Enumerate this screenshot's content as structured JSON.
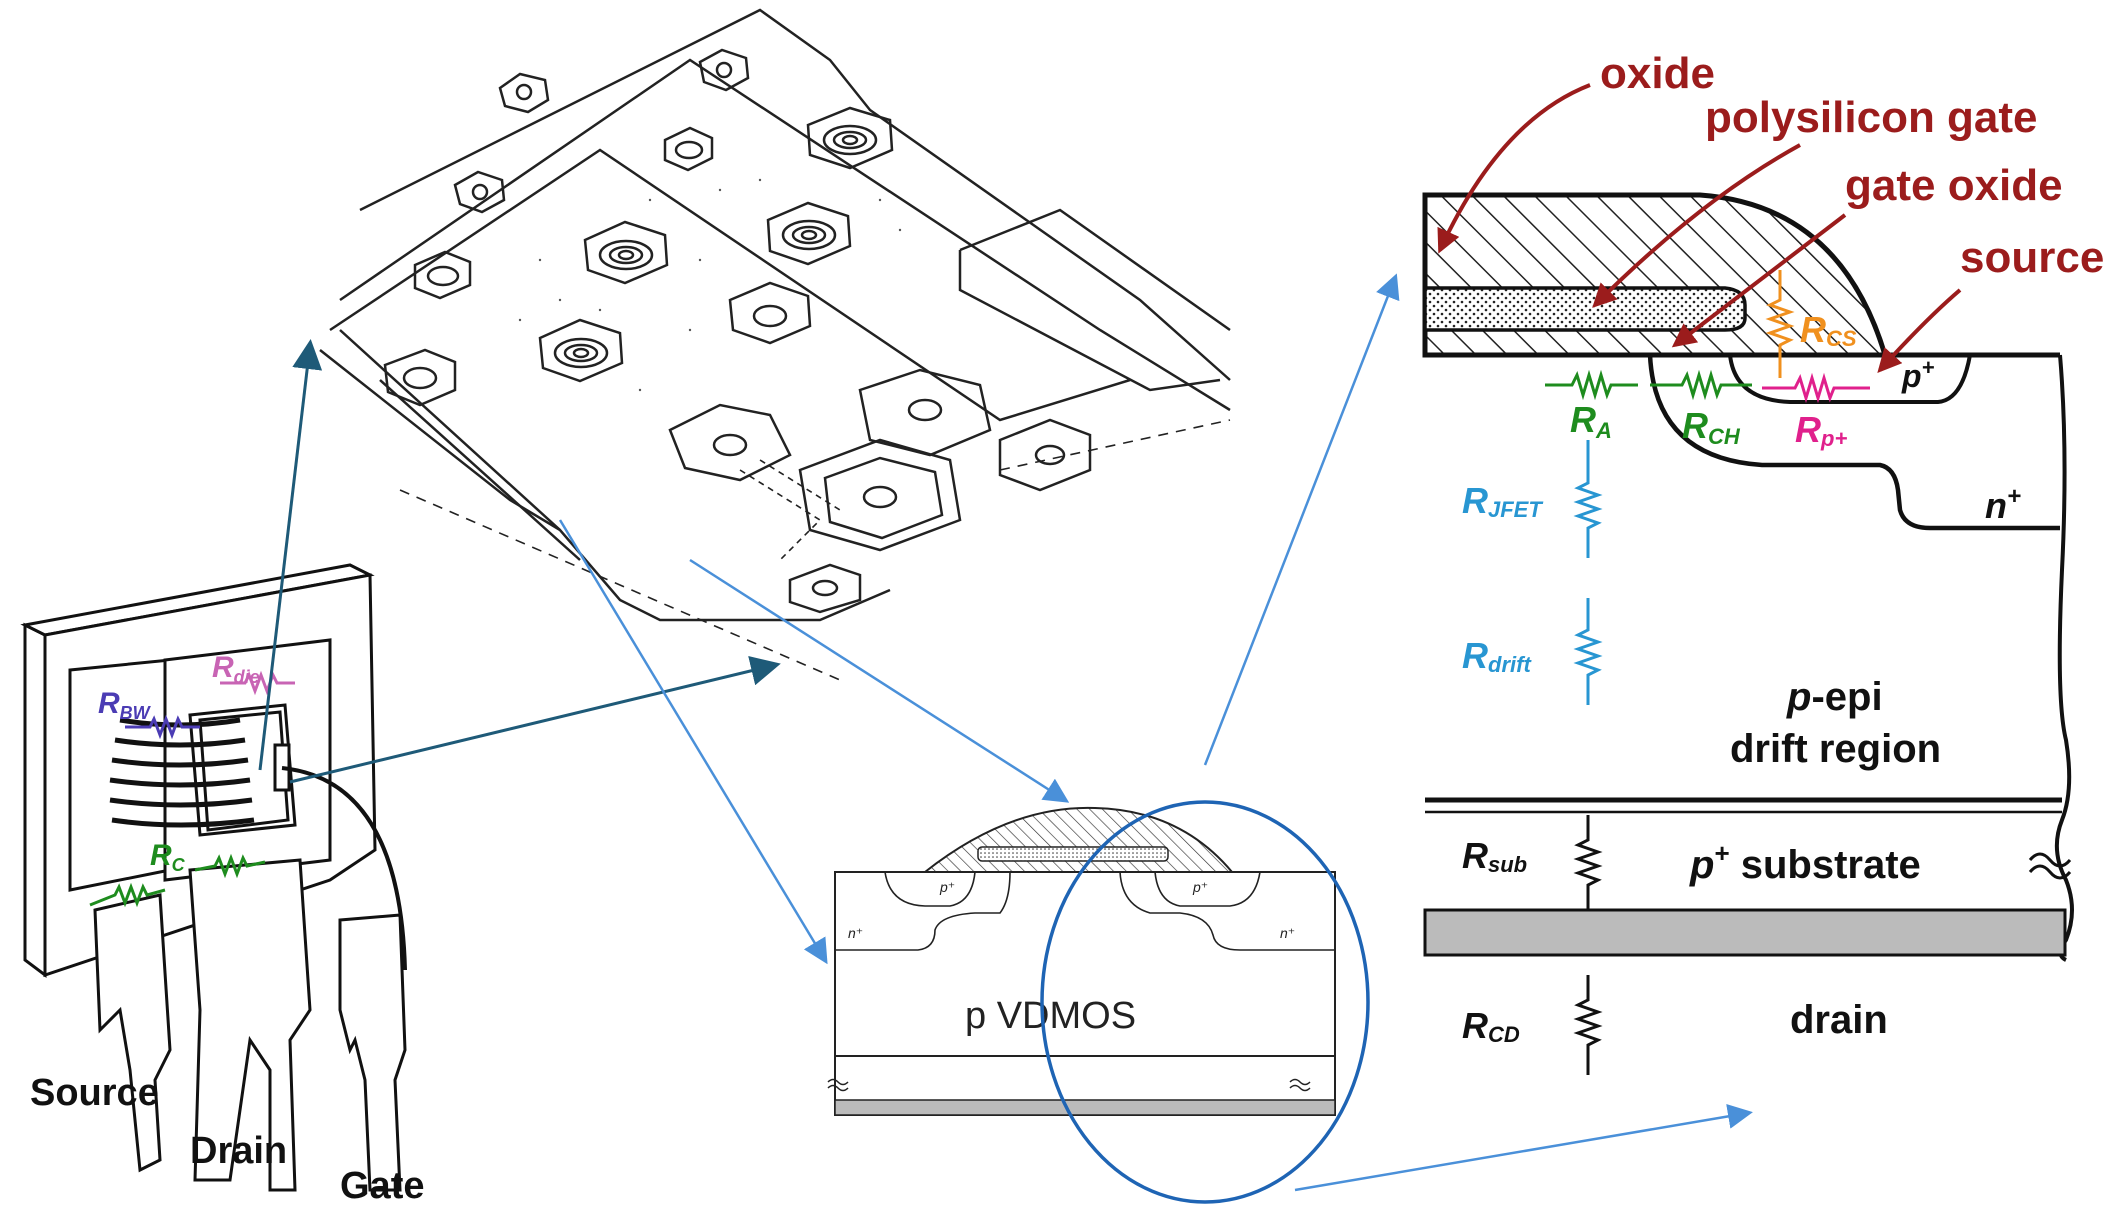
{
  "package": {
    "pins": {
      "source": "Source",
      "drain": "Drain",
      "gate": "Gate"
    },
    "r_bw": {
      "main": "R",
      "sub": "BW"
    },
    "r_die": {
      "main": "R",
      "sub": "die"
    },
    "r_c": {
      "main": "R",
      "sub": "C"
    }
  },
  "small_section": {
    "title": "p VDMOS",
    "p_plus_left": "p⁺",
    "p_plus_right": "p⁺",
    "n_plus_left": "n⁺",
    "n_plus_right": "n⁺"
  },
  "detail": {
    "labels": {
      "oxide": "oxide",
      "polysilicon_gate": "polysilicon gate",
      "gate_oxide": "gate oxide",
      "source": "source"
    },
    "regions": {
      "p_plus": {
        "base": "p",
        "sup": "+"
      },
      "n_plus": {
        "base": "n",
        "sup": "+"
      },
      "p_epi_line1_italic": "p",
      "p_epi_line1_rest": "-epi",
      "p_epi_line2": "drift region",
      "substrate_base": "p",
      "substrate_sup": "+",
      "substrate_rest": " substrate",
      "drain": "drain"
    },
    "resistors": {
      "r_a": {
        "main": "R",
        "sub": "A"
      },
      "r_ch": {
        "main": "R",
        "sub": "CH"
      },
      "r_p": {
        "main": "R",
        "sub": "p+"
      },
      "r_cs": {
        "main": "R",
        "sub": "CS"
      },
      "r_jfet": {
        "main": "R",
        "sub": "JFET"
      },
      "r_drift": {
        "main": "R",
        "sub": "drift"
      },
      "r_sub": {
        "main": "R",
        "sub": "sub"
      },
      "r_cd": {
        "main": "R",
        "sub": "CD"
      }
    }
  },
  "colors": {
    "dark_red": "#9b1c1c",
    "green": "#1e8c1e",
    "magenta": "#e0208c",
    "orange": "#f0901e",
    "blue": "#2896d2",
    "purple": "#4b3cb4",
    "pink": "#c864b4",
    "teal_arrow": "#1e5a78",
    "light_blue_arrow": "#4a90d9",
    "ellipse_blue": "#1e64b4"
  }
}
